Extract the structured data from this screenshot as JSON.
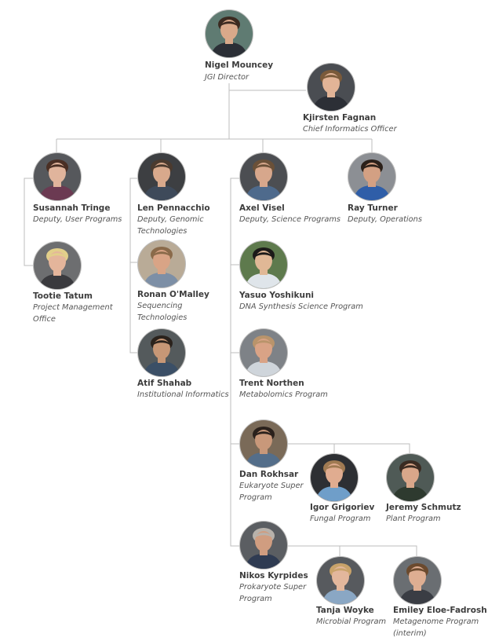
{
  "chart": {
    "people": [
      {
        "id": "mouncey",
        "name": "Nigel Mouncey",
        "title": "JGI Director",
        "icon": "portrait-icon",
        "bg": "#5f7b72",
        "skin": "#d9a98a",
        "hair": "#3b2a20",
        "shirt": "#2b2f36"
      },
      {
        "id": "fagnan",
        "name": "Kjirsten Fagnan",
        "title": "Chief Informatics Officer",
        "icon": "portrait-icon",
        "bg": "#4a4d52",
        "skin": "#e2b497",
        "hair": "#7a5a3a",
        "shirt": "#2c2f36"
      },
      {
        "id": "tringe",
        "name": "Susannah Tringe",
        "title": "Deputy, User Programs",
        "icon": "portrait-icon",
        "bg": "#56585c",
        "skin": "#e0b49c",
        "hair": "#4a2f24",
        "shirt": "#6b3a52"
      },
      {
        "id": "pennacchio",
        "name": "Len Pennacchio",
        "title": "Deputy, Genomic Technologies",
        "icon": "portrait-icon",
        "bg": "#3d3f42",
        "skin": "#d8a98c",
        "hair": "#4b3a2e",
        "shirt": "#3e4a5a"
      },
      {
        "id": "visel",
        "name": "Axel Visel",
        "title": "Deputy, Science Programs",
        "icon": "portrait-icon",
        "bg": "#4c4e52",
        "skin": "#d7a78c",
        "hair": "#6a5038",
        "shirt": "#4e6a8c"
      },
      {
        "id": "turner",
        "name": "Ray Turner",
        "title": "Deputy, Operations",
        "icon": "portrait-icon",
        "bg": "#8c8f94",
        "skin": "#d3a083",
        "hair": "#2b2019",
        "shirt": "#2f5ea8"
      },
      {
        "id": "tatum",
        "name": "Tootie Tatum",
        "title": "Project Management Office",
        "icon": "portrait-icon",
        "bg": "#6d6e70",
        "skin": "#e4b59b",
        "hair": "#e2cf8a",
        "shirt": "#3a3a3e"
      },
      {
        "id": "omalley",
        "name": "Ronan O'Malley",
        "title": "Sequencing Technologies",
        "icon": "portrait-icon",
        "bg": "#b9ab97",
        "skin": "#d9a486",
        "hair": "#8a6a4a",
        "shirt": "#7d8fa6"
      },
      {
        "id": "shahab",
        "name": "Atif Shahab",
        "title": "Institutional Informatics",
        "icon": "portrait-icon",
        "bg": "#545a5c",
        "skin": "#c79776",
        "hair": "#2a221c",
        "shirt": "#3b4f66"
      },
      {
        "id": "yoshikuni",
        "name": "Yasuo Yoshikuni",
        "title": "DNA Synthesis Science Program",
        "icon": "portrait-icon",
        "bg": "#5e7a4d",
        "skin": "#e0b896",
        "hair": "#1c1a19",
        "shirt": "#dfe5ea"
      },
      {
        "id": "northen",
        "name": "Trent Northen",
        "title": "Metabolomics Program",
        "icon": "portrait-icon",
        "bg": "#7e8287",
        "skin": "#d9a386",
        "hair": "#b9946b",
        "shirt": "#cfd5db"
      },
      {
        "id": "rokhsar",
        "name": "Dan Rokhsar",
        "title": "Eukaryote Super Program",
        "icon": "portrait-icon",
        "bg": "#7a6a58",
        "skin": "#c8987a",
        "hair": "#2a211c",
        "shirt": "#546e8a"
      },
      {
        "id": "grigoriev",
        "name": "Igor Grigoriev",
        "title": "Fungal Program",
        "icon": "portrait-icon",
        "bg": "#2d2f33",
        "skin": "#e0ac90",
        "hair": "#a07a52",
        "shirt": "#6f9ec9"
      },
      {
        "id": "schmutz",
        "name": "Jeremy Schmutz",
        "title": "Plant Program",
        "icon": "portrait-icon",
        "bg": "#4f5a56",
        "skin": "#d9a78a",
        "hair": "#3a2b22",
        "shirt": "#2e3a2f"
      },
      {
        "id": "kyrpides",
        "name": "Nikos Kyrpides",
        "title": "Prokaryote Super Program",
        "icon": "portrait-icon",
        "bg": "#5b5e62",
        "skin": "#d09d80",
        "hair": "#b8b2ab",
        "shirt": "#2f3b52"
      },
      {
        "id": "woyke",
        "name": "Tanja Woyke",
        "title": "Microbial Program",
        "icon": "portrait-icon",
        "bg": "#575a5e",
        "skin": "#e3b79c",
        "hair": "#c9a36a",
        "shirt": "#8aa7c4"
      },
      {
        "id": "eloefadrosh",
        "name": "Emiley Eloe-Fadrosh",
        "title": "Metagenome Program (interim)",
        "icon": "portrait-icon",
        "bg": "#6a6e72",
        "skin": "#deae92",
        "hair": "#6b4a2e",
        "shirt": "#3a3d44"
      }
    ],
    "line_color": "#bdbdbd"
  }
}
